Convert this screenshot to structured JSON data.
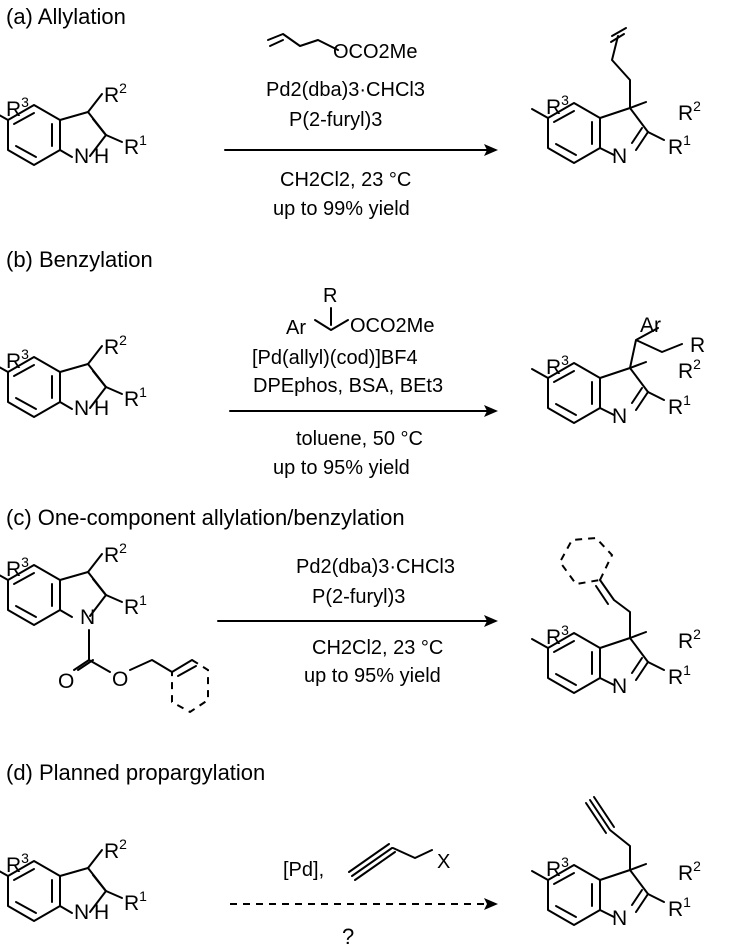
{
  "sections": [
    {
      "title": "(a) Allylation",
      "conditions": [
        "OCO2Me",
        "Pd2(dba)3·CHCl3",
        "P(2-furyl)3",
        "CH2Cl2, 23 °C",
        "up to 99% yield"
      ]
    },
    {
      "title": "(b) Benzylation",
      "conditions": [
        "R",
        "Ar",
        "OCO2Me",
        "[Pd(allyl)(cod)]BF4",
        "DPEphos, BSA, BEt3",
        "toluene, 50 °C",
        "up to 95% yield"
      ],
      "product_labels": [
        "Ar",
        "R"
      ]
    },
    {
      "title": "(c) One-component allylation/benzylation",
      "conditions": [
        "Pd2(dba)3·CHCl3",
        "P(2-furyl)3",
        "CH2Cl2, 23 °C",
        "up to 95% yield"
      ],
      "substrate_labels": [
        "O",
        "O"
      ]
    },
    {
      "title": "(d) Planned propargylation",
      "conditions": [
        "[Pd],",
        "X",
        "?"
      ]
    }
  ],
  "atom_labels": {
    "R1": "R",
    "R2": "R",
    "R3": "R",
    "sup1": "1",
    "sup2": "2",
    "sup3": "3",
    "N": "N",
    "H": "H",
    "NH": "N",
    "HN": "H"
  }
}
